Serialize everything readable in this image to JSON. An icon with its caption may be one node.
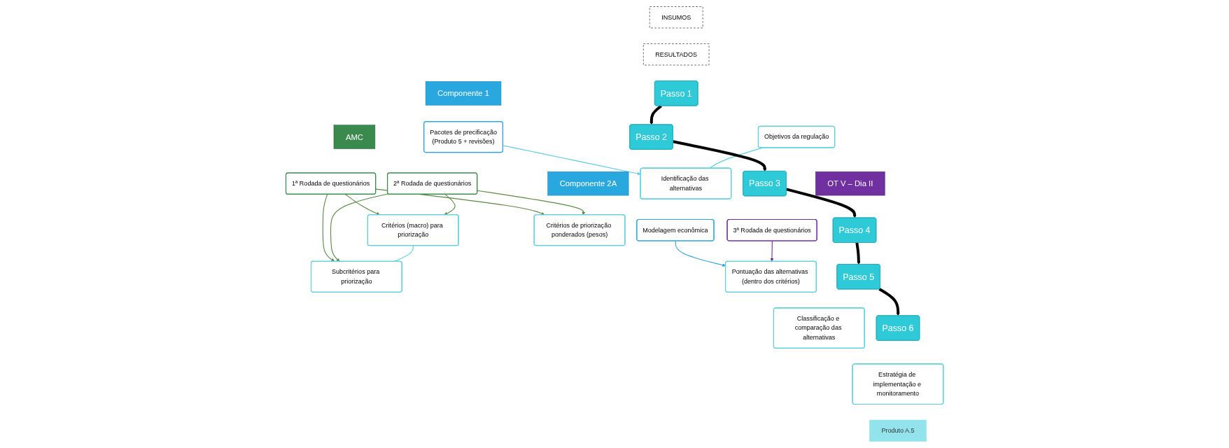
{
  "diagram": {
    "nodes": [
      {
        "text": [
          "INSUMOS"
        ]
      },
      {
        "text": [
          "Componente 1"
        ]
      },
      {
        "text": [
          "Pacotes de precificação",
          "(Produto 5 + revisões)"
        ]
      },
      {
        "text": [
          "Componente 2A"
        ]
      },
      {
        "text": [
          "Modelagem econômica"
        ]
      },
      {
        "text": [
          "AMC"
        ]
      },
      {
        "text": [
          "1ª Rodada de questionários"
        ]
      },
      {
        "text": [
          "2ª Rodada de questionários"
        ]
      },
      {
        "text": [
          "OT V – Dia II"
        ]
      },
      {
        "text": [
          "3ª Rodada de questionários"
        ]
      },
      {
        "text": [
          "RESULTADOS"
        ]
      },
      {
        "text": [
          "Passo 1"
        ]
      },
      {
        "text": [
          "Objetivos da regulação"
        ]
      },
      {
        "text": [
          "Identificação das alternativas"
        ]
      },
      {
        "text": [
          "Passo 2"
        ]
      },
      {
        "text": [
          "Critérios (macro) para priorização"
        ]
      },
      {
        "text": [
          "Subcritérios para priorização"
        ]
      },
      {
        "text": [
          "Passo 3"
        ]
      },
      {
        "text": [
          "Critérios de priorização ponderados (pesos)"
        ]
      },
      {
        "text": [
          "Passo 4"
        ]
      },
      {
        "text": [
          "Pontuação das alternativas (dentro dos critérios)"
        ]
      },
      {
        "text": [
          "Passo 5"
        ]
      },
      {
        "text": [
          "Classificação e comparação das alternativas"
        ]
      },
      {
        "text": [
          "Passo 6"
        ]
      },
      {
        "text": [
          "Estratégia de implementação e monitoramento"
        ]
      },
      {
        "text": [
          "Produto A.5"
        ]
      }
    ],
    "edges": [
      {
        "from": 2,
        "to": 13,
        "arrow": "to",
        "color": "#5bc8e6"
      },
      {
        "from": 4,
        "to": 20,
        "arrow": "to",
        "color": "#2ea3dc"
      },
      {
        "from": 6,
        "to": 15,
        "arrow": "to",
        "color": "#5a8a46"
      },
      {
        "from": 6,
        "to": 16,
        "arrow": "to",
        "color": "#5a8a46"
      },
      {
        "from": 6,
        "to": 18,
        "arrow": "to",
        "color": "#5a8a46"
      },
      {
        "from": 7,
        "to": 15,
        "arrow": "to",
        "color": "#5a8a46"
      },
      {
        "from": 7,
        "to": 16,
        "arrow": "to",
        "color": "#5a8a46"
      },
      {
        "from": 7,
        "to": 18,
        "arrow": "to",
        "color": "#5a8a46"
      },
      {
        "from": 9,
        "to": 20,
        "arrow": "to",
        "color": "#7030a0"
      },
      {
        "from": 12,
        "to": 13,
        "arrow": "none",
        "color": "#5ccfdc"
      },
      {
        "from": 15,
        "to": 16,
        "arrow": "none",
        "color": "#5ccfdc"
      },
      {
        "from": 11,
        "to": 14,
        "arrow": "to",
        "style": "thick",
        "color": "#000000"
      },
      {
        "from": 14,
        "to": 17,
        "arrow": "to",
        "style": "thick",
        "color": "#000000"
      },
      {
        "from": 17,
        "to": 19,
        "arrow": "to",
        "style": "thick",
        "color": "#000000"
      },
      {
        "from": 19,
        "to": 21,
        "arrow": "to",
        "style": "thick",
        "color": "#000000"
      },
      {
        "from": 21,
        "to": 23,
        "arrow": "to",
        "style": "thick",
        "color": "#000000"
      }
    ]
  }
}
